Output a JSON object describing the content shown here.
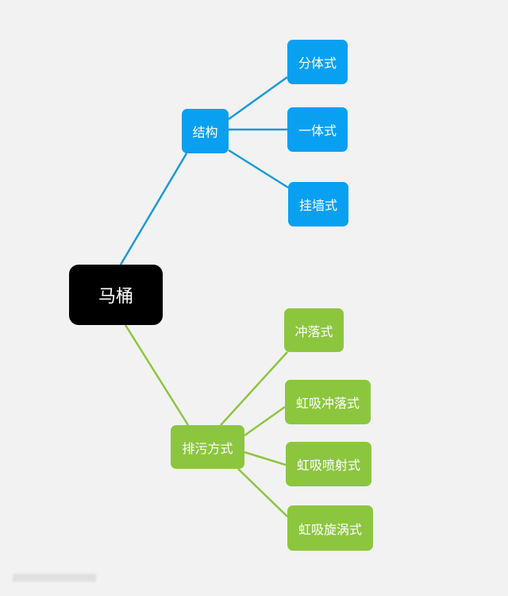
{
  "root": {
    "label": "马桶"
  },
  "branches": [
    {
      "label": "结构",
      "color": "#0aa0f2",
      "children": [
        "分体式",
        "一体式",
        "挂墙式"
      ]
    },
    {
      "label": "排污方式",
      "color": "#8cc63f",
      "children": [
        "冲落式",
        "虹吸冲落式",
        "虹吸喷射式",
        "虹吸旋涡式"
      ]
    }
  ]
}
